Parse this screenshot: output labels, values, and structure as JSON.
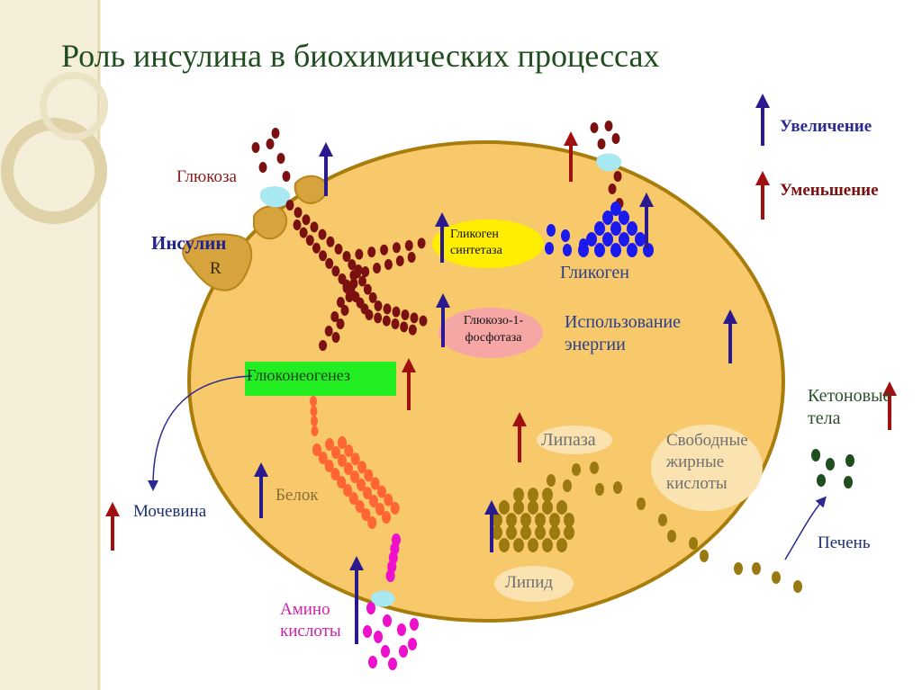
{
  "title": "Роль инсулина в биохимических процессах",
  "legend": {
    "increase": "Увеличение",
    "decrease": "Уменьшение"
  },
  "labels": {
    "glucose": "Глюкоза",
    "insulin": "Инсулин",
    "receptor": "R",
    "glycogen_synthase": "Гликоген синтетаза",
    "glycogen": "Гликоген",
    "g1p_phosphatase": "Глюкозо-1- фосфотаза",
    "energy_use": "Использование энергии",
    "gluconeogenesis": "Глюконеогенез",
    "ketone_bodies": "Кетоновые тела",
    "lipase": "Липаза",
    "free_fatty_acids": "Свободные жирные кислоты",
    "protein": "Белок",
    "urea": "Мочевина",
    "liver": "Печень",
    "lipid": "Липид",
    "amino_acids": "Амино кислоты"
  },
  "colors": {
    "cell_fill": "#f7c96a",
    "cell_stroke": "#a87d0c",
    "glucose_dot": "#7a1010",
    "glycogen_dot": "#1a1aee",
    "protein_dot": "#ff6633",
    "amino_dot": "#ee10cc",
    "lipid_dot": "#9a7a10",
    "ketone_dot": "#1f4f1f",
    "increase_arrow": "#2a1a8e",
    "decrease_arrow": "#a01010",
    "gluconeo_box": "#22ee22"
  }
}
